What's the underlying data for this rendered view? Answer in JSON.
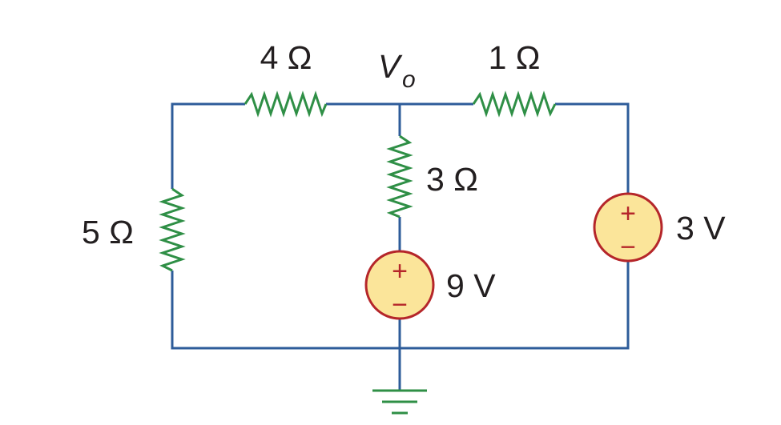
{
  "diagram": {
    "node_label": {
      "main": "V",
      "sub": "o"
    },
    "resistors": {
      "r_top_left": "4 Ω",
      "r_top_right": "1 Ω",
      "r_middle": "3 Ω",
      "r_left": "5 Ω"
    },
    "sources": {
      "middle": {
        "label": "9 V",
        "plus": "+",
        "minus": "−"
      },
      "right": {
        "label": "3 V",
        "plus": "+",
        "minus": "−"
      }
    },
    "colors": {
      "wire": "#2e5c9a",
      "resistor": "#2f8f46",
      "source_fill": "#fbe59a",
      "source_stroke": "#b5262a"
    },
    "icons": [
      "ground-icon",
      "voltage-source-icon",
      "resistor-icon"
    ]
  }
}
